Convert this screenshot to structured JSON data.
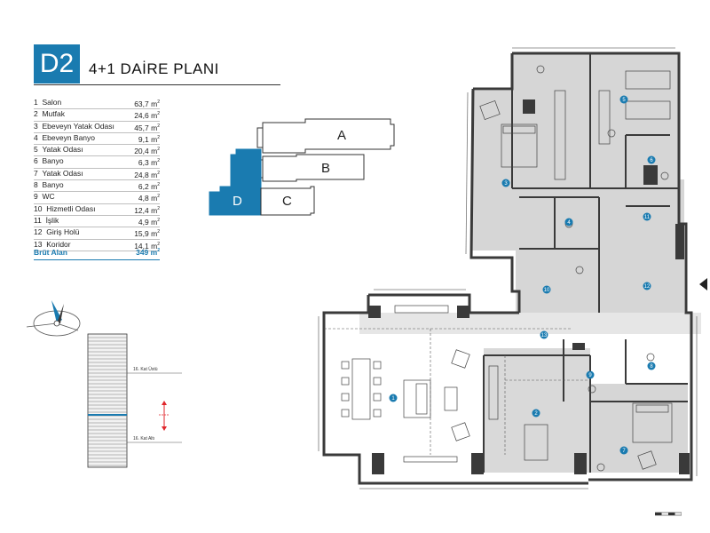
{
  "header": {
    "unit_code": "D2",
    "plan_title": "4+1 DAİRE PLANI"
  },
  "rooms": [
    {
      "no": "1",
      "name": "Salon",
      "area": "63,7",
      "unit": "m",
      "sup": "2"
    },
    {
      "no": "2",
      "name": "Mutfak",
      "area": "24,6",
      "unit": "m",
      "sup": "2"
    },
    {
      "no": "3",
      "name": "Ebeveyn Yatak Odası",
      "area": "45,7",
      "unit": "m",
      "sup": "2"
    },
    {
      "no": "4",
      "name": "Ebeveyn Banyo",
      "area": "9,1",
      "unit": "m",
      "sup": "2"
    },
    {
      "no": "5",
      "name": "Yatak Odası",
      "area": "20,4",
      "unit": "m",
      "sup": "2"
    },
    {
      "no": "6",
      "name": "Banyo",
      "area": "6,3",
      "unit": "m",
      "sup": "2"
    },
    {
      "no": "7",
      "name": "Yatak Odası",
      "area": "24,8",
      "unit": "m",
      "sup": "2"
    },
    {
      "no": "8",
      "name": "Banyo",
      "area": "6,2",
      "unit": "m",
      "sup": "2"
    },
    {
      "no": "9",
      "name": "WC",
      "area": "4,8",
      "unit": "m",
      "sup": "2"
    },
    {
      "no": "10",
      "name": "Hizmetli Odası",
      "area": "12,4",
      "unit": "m",
      "sup": "2"
    },
    {
      "no": "11",
      "name": "İşlik",
      "area": "4,9",
      "unit": "m",
      "sup": "2"
    },
    {
      "no": "12",
      "name": "Giriş Holü",
      "area": "15,9",
      "unit": "m",
      "sup": "2"
    },
    {
      "no": "13",
      "name": "Koridor",
      "area": "14,1",
      "unit": "m",
      "sup": "2"
    }
  ],
  "gross": {
    "label": "Brüt Alan",
    "value": "349",
    "unit": "m",
    "sup": "2"
  },
  "key_plan": {
    "blocks": [
      "A",
      "B",
      "C",
      "D"
    ],
    "highlighted": "D",
    "highlight_color": "#1a7bb0"
  },
  "tower": {
    "top_label": "16. Kat Üstü",
    "bottom_label": "16. Kat Altı",
    "highlight_color": "#1a7bb0",
    "marker_color": "#e0262b"
  },
  "plan_markers": [
    "1",
    "2",
    "3",
    "4",
    "5",
    "6",
    "7",
    "8",
    "9",
    "10",
    "11",
    "12",
    "13"
  ],
  "colors": {
    "accent": "#1a7bb0",
    "wall": "#3a3a3a",
    "floor_tint": "#d9d9d9"
  },
  "icons": {
    "compass": "north-compass-icon",
    "entrance": "entrance-arrow-icon",
    "scale": "scale-bar-icon"
  }
}
